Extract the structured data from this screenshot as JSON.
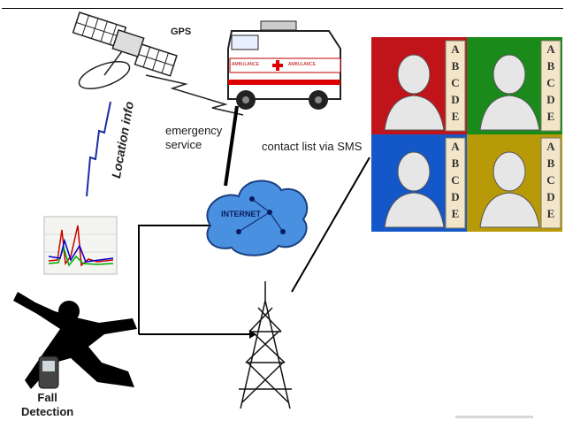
{
  "labels": {
    "gps": "GPS",
    "location": "Location info",
    "emergency_line1": "emergency",
    "emergency_line2": "service",
    "contact": "contact list via SMS",
    "fall_line1": "Fall",
    "fall_line2": "Detection",
    "internet": "INTERNET",
    "ambulance_left": "AMBULANCE",
    "ambulance_right": "AMBULANCE"
  },
  "contact_tiles": {
    "colors": [
      "#c0141a",
      "#1a8a1a",
      "#1457c8",
      "#b89a08"
    ],
    "letters": [
      "A",
      "B",
      "C",
      "D",
      "E"
    ]
  },
  "colors": {
    "cloud": "#4a90e0",
    "line": "#000000"
  }
}
